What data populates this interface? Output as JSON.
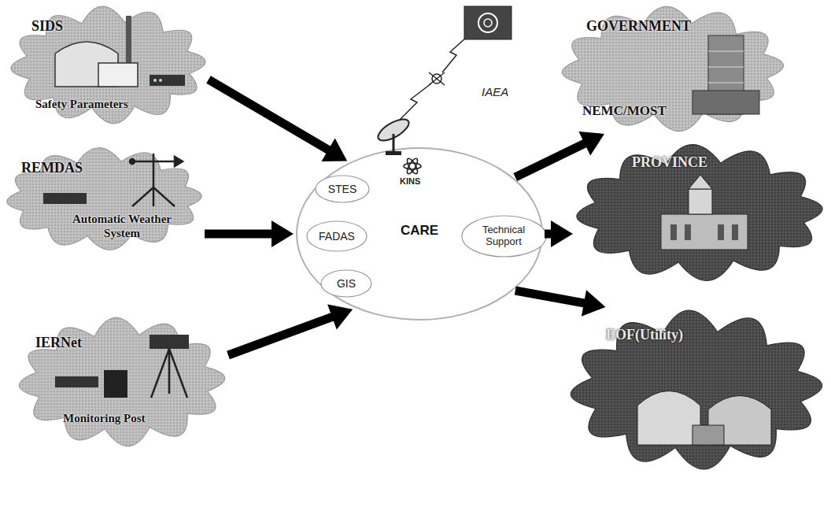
{
  "diagram": {
    "nodes": [
      {
        "text": [
          "SIDS",
          "Safety Parameters"
        ]
      },
      {
        "text": [
          "REMDAS",
          "Automatic Weather System"
        ]
      },
      {
        "text": [
          "IERNet",
          "Monitoring Post"
        ]
      },
      {
        "text": [
          "CARE"
        ]
      },
      {
        "text": [
          "STES"
        ],
        "in": 3
      },
      {
        "text": [
          "FADAS"
        ],
        "in": 3
      },
      {
        "text": [
          "GIS"
        ],
        "in": 3
      },
      {
        "text": [
          "Technical Support"
        ],
        "in": 3
      },
      {
        "text": [
          "GOVERNMENT",
          "NEMC/MOST"
        ]
      },
      {
        "text": [
          "PROVINCE"
        ]
      },
      {
        "text": [
          "EOF(Utility)"
        ]
      }
    ],
    "edges": [
      {
        "from": 0,
        "to": 3,
        "arrow": "to"
      },
      {
        "from": 1,
        "to": 3,
        "arrow": "to"
      },
      {
        "from": 2,
        "to": 3,
        "arrow": "to"
      },
      {
        "from": 3,
        "to": 8,
        "arrow": "to"
      },
      {
        "from": 3,
        "to": 9,
        "arrow": "to"
      },
      {
        "from": 3,
        "to": 10,
        "arrow": "to"
      }
    ],
    "labels": [
      "IAEA",
      "KINS"
    ]
  }
}
